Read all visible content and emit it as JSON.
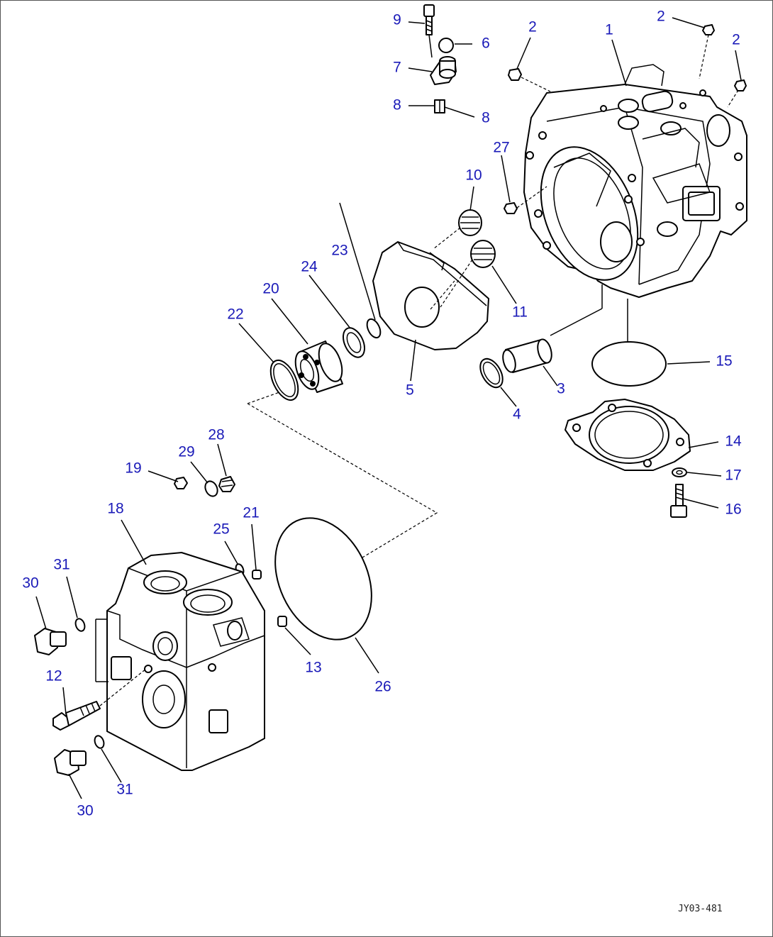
{
  "diagram": {
    "type": "exploded parts diagram",
    "drawing_code": "JY03-481",
    "part_numbers": [
      "1",
      "2",
      "3",
      "4",
      "5",
      "6",
      "7",
      "8",
      "9",
      "10",
      "11",
      "12",
      "13",
      "14",
      "15",
      "16",
      "17",
      "18",
      "19",
      "20",
      "21",
      "22",
      "23",
      "24",
      "25",
      "26",
      "27",
      "28",
      "29",
      "30",
      "31"
    ]
  },
  "callouts": [
    {
      "id": "c9",
      "label": "9"
    },
    {
      "id": "c6",
      "label": "6"
    },
    {
      "id": "c7",
      "label": "7"
    },
    {
      "id": "c8a",
      "label": "8"
    },
    {
      "id": "c8b",
      "label": "8"
    },
    {
      "id": "c2a",
      "label": "2"
    },
    {
      "id": "c2b",
      "label": "2"
    },
    {
      "id": "c2c",
      "label": "2"
    },
    {
      "id": "c1",
      "label": "1"
    },
    {
      "id": "c27",
      "label": "27"
    },
    {
      "id": "c10",
      "label": "10"
    },
    {
      "id": "c11",
      "label": "11"
    },
    {
      "id": "c23",
      "label": "23"
    },
    {
      "id": "c24",
      "label": "24"
    },
    {
      "id": "c20",
      "label": "20"
    },
    {
      "id": "c22",
      "label": "22"
    },
    {
      "id": "c5",
      "label": "5"
    },
    {
      "id": "c4",
      "label": "4"
    },
    {
      "id": "c3",
      "label": "3"
    },
    {
      "id": "c15",
      "label": "15"
    },
    {
      "id": "c14",
      "label": "14"
    },
    {
      "id": "c17",
      "label": "17"
    },
    {
      "id": "c16",
      "label": "16"
    },
    {
      "id": "c28",
      "label": "28"
    },
    {
      "id": "c29",
      "label": "29"
    },
    {
      "id": "c19",
      "label": "19"
    },
    {
      "id": "c18",
      "label": "18"
    },
    {
      "id": "c21",
      "label": "21"
    },
    {
      "id": "c25",
      "label": "25"
    },
    {
      "id": "c31a",
      "label": "31"
    },
    {
      "id": "c30a",
      "label": "30"
    },
    {
      "id": "c12",
      "label": "12"
    },
    {
      "id": "c13",
      "label": "13"
    },
    {
      "id": "c26",
      "label": "26"
    },
    {
      "id": "c31b",
      "label": "31"
    },
    {
      "id": "c30b",
      "label": "30"
    }
  ]
}
